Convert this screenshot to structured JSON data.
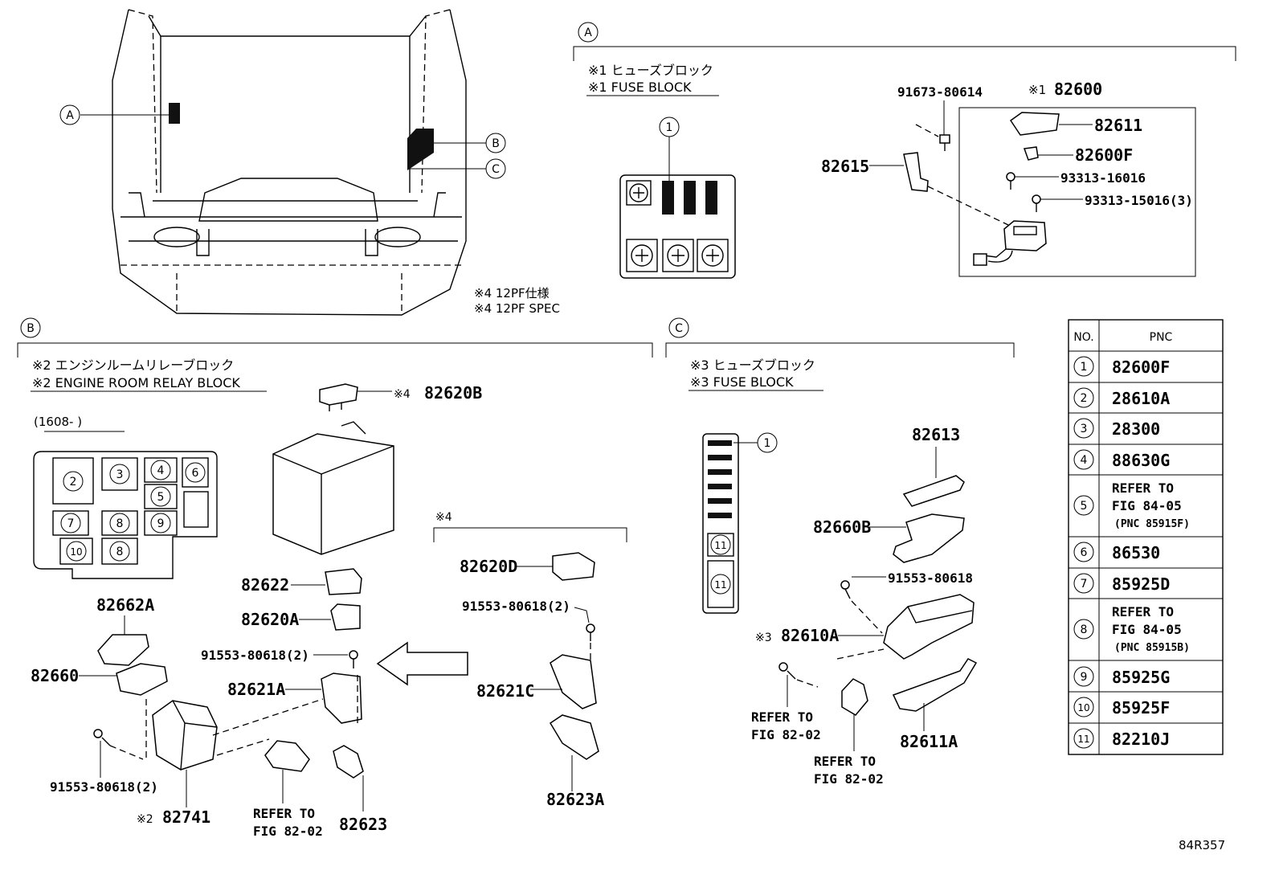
{
  "figure_code": "84R357",
  "sections": {
    "A": {
      "circle": "A",
      "line1": "※1 ヒューズブロック",
      "line2": "※1 FUSE BLOCK"
    },
    "B": {
      "circle": "B",
      "line1": "※2 エンジンルームリレーブロック",
      "line2": "※2 ENGINE ROOM RELAY BLOCK",
      "date_range": "(1608-     )"
    },
    "C": {
      "circle": "C",
      "line1": "※3 ヒューズブロック",
      "line2": "※3 FUSE BLOCK"
    }
  },
  "vehicle_callouts": [
    "A",
    "B",
    "C"
  ],
  "spec_note": {
    "line1": "※4 12PF仕様",
    "line2": "※4 12PF SPEC"
  },
  "section4_label": "※4",
  "marks": {
    "m1": "※1",
    "m2": "※2",
    "m3": "※3",
    "m4": "※4"
  },
  "parts_A": {
    "p82600": "82600",
    "p82611": "82611",
    "p82600F": "82600F",
    "p93313_16016": "93313-16016",
    "p93313_15016": "93313-15016(3)",
    "p91673_80614": "91673-80614",
    "p82615": "82615",
    "callout_1": "1"
  },
  "parts_B": {
    "p82620B": "82620B",
    "p82622": "82622",
    "p82620A": "82620A",
    "p91553_a": "91553-80618(2)",
    "p82621A": "82621A",
    "p82662A": "82662A",
    "p82660": "82660",
    "p91553_b": "91553-80618(2)",
    "p82741": "82741",
    "ref1_line1": "REFER TO",
    "ref1_line2": "FIG 82-02",
    "p82623": "82623",
    "p82620D": "82620D",
    "p91553_c": "91553-80618(2)",
    "p82621C": "82621C",
    "p82623A": "82623A",
    "relay_slots": [
      "2",
      "3",
      "4",
      "6",
      "5",
      "7",
      "8",
      "9",
      "10",
      "8"
    ]
  },
  "parts_C": {
    "p82613": "82613",
    "p82660B": "82660B",
    "p91553": "91553-80618",
    "p82610A": "82610A",
    "p82611A": "82611A",
    "ref2_line1": "REFER TO",
    "ref2_line2": "FIG 82-02",
    "ref3_line1": "REFER TO",
    "ref3_line2": "FIG 82-02",
    "callout_1": "1",
    "slot_11a": "11",
    "slot_11b": "11"
  },
  "pnc_table": {
    "headers": [
      "NO.",
      "PNC"
    ],
    "rows": [
      {
        "no": "1",
        "pnc": [
          "82600F"
        ]
      },
      {
        "no": "2",
        "pnc": [
          "28610A"
        ]
      },
      {
        "no": "3",
        "pnc": [
          "28300"
        ]
      },
      {
        "no": "4",
        "pnc": [
          "88630G"
        ]
      },
      {
        "no": "5",
        "pnc": [
          "REFER TO",
          "FIG 84-05",
          "(PNC 85915F)"
        ]
      },
      {
        "no": "6",
        "pnc": [
          "86530"
        ]
      },
      {
        "no": "7",
        "pnc": [
          "85925D"
        ]
      },
      {
        "no": "8",
        "pnc": [
          "REFER TO",
          "FIG 84-05",
          "(PNC 85915B)"
        ]
      },
      {
        "no": "9",
        "pnc": [
          "85925G"
        ]
      },
      {
        "no": "10",
        "pnc": [
          "85925F"
        ]
      },
      {
        "no": "11",
        "pnc": [
          "82210J"
        ]
      }
    ]
  }
}
